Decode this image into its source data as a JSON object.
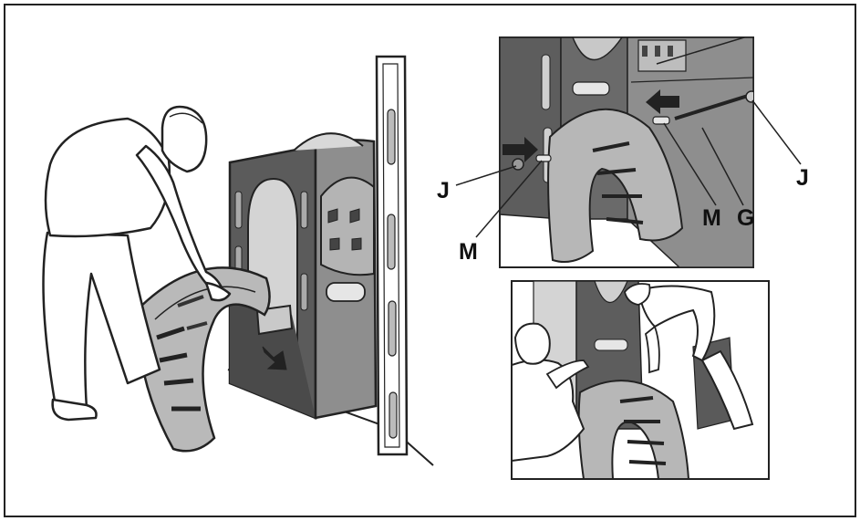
{
  "labels": {
    "j_left": "J",
    "m_left": "M",
    "m_right": "M",
    "g": "G",
    "j_right": "J"
  },
  "colors": {
    "frame": "#222222",
    "panel_dark": "#5b5b5b",
    "panel_mid": "#8c8c8c",
    "panel_light": "#b9b9b9",
    "slot": "#e8e8e8",
    "arrow": "#222222",
    "background": "#ffffff"
  },
  "icons": [
    "arrow-icon"
  ]
}
